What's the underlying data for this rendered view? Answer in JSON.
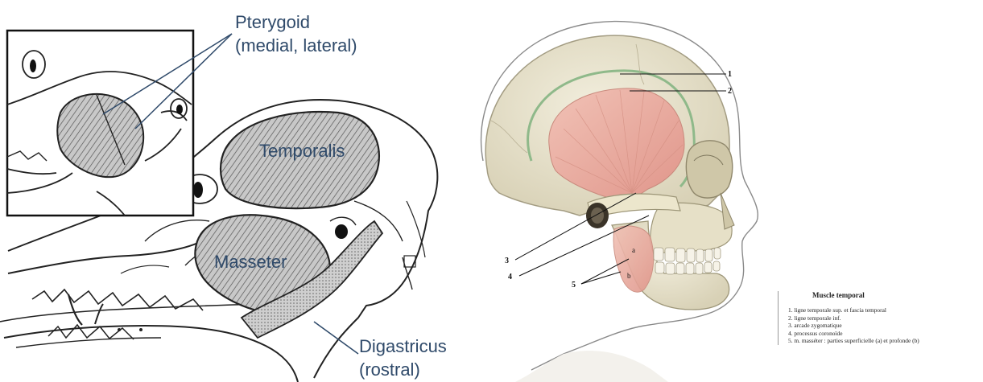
{
  "dog_diagram": {
    "labels": {
      "pterygoid_line1": "Pterygoid",
      "pterygoid_line2": "(medial, lateral)",
      "temporalis": "Temporalis",
      "masseter": "Masseter",
      "digastricus_line1": "Digastricus",
      "digastricus_line2": "(rostral)"
    },
    "colors": {
      "label_text": "#2f4a6a",
      "muscle_fill": "#bfbfbf",
      "outline": "#222222"
    }
  },
  "human_diagram": {
    "callouts": [
      "1",
      "2",
      "3",
      "4",
      "5",
      "a",
      "b"
    ],
    "legend": {
      "title": "Muscle temporal",
      "items": [
        "1. ligne temporale sup. et fascia temporal",
        "2. ligne temporale inf.",
        "3. arcade zygomatique",
        "4. processus coronoïde",
        "5. m. masséter : parties superficielle (a) et profonde (b)"
      ]
    },
    "colors": {
      "skull": "#e9e4cf",
      "muscle": "#e8a99a",
      "temporal_line": "#8fb98a"
    }
  }
}
